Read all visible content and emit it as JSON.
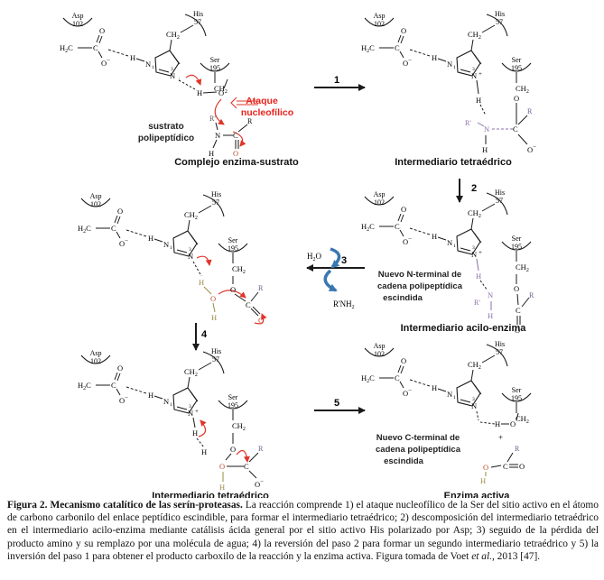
{
  "chem": {
    "asp": "Asp",
    "asp_num": "102",
    "his": "His",
    "his_num": "57",
    "ser": "Ser",
    "ser_num": "195",
    "ch2": "CH",
    "ch2_sub": "2",
    "h2c": "H",
    "h2c_sub": "2",
    "h2c_c": "C",
    "c": "C",
    "o": "O",
    "o_minus": "O",
    "minus": "−",
    "h": "H",
    "n": "N",
    "n1": "1",
    "n3": "3",
    "plus": "+",
    "r": "R",
    "r_prime": "R'",
    "h2o_h": "H",
    "h2o_sub": "2",
    "h2o_o": "O",
    "rnh2_r": "R'NH",
    "rnh2_sub": "2",
    "plus_sign": "+"
  },
  "labels": {
    "ataque": "Ataque",
    "nucleofilico": "nucleofílico",
    "sustrato": "sustrato",
    "polipeptidico": "polipeptídico",
    "complejo": "Complejo enzima-sustrato",
    "intermediario_tetra": "Intermediario tetraédrico",
    "nuevo_n_1": "Nuevo N-terminal de",
    "nuevo_n_2": "cadena polipeptídica",
    "nuevo_n_3": "escindida",
    "acilo": "Intermediario acilo-enzima",
    "nuevo_c_1": "Nuevo C-terminal de",
    "nuevo_c_2": "cadena polipeptídica",
    "nuevo_c_3": "escindida",
    "intermediario_tetra_2": "Intermediario tetraédrico",
    "enzima_activa": "Enzima activa"
  },
  "steps": [
    "1",
    "2",
    "3",
    "4",
    "5"
  ],
  "caption": {
    "bold": "Figura 2. Mecanismo catalítico de las serín-proteasas.",
    "text_1": " La reacción comprende 1) el ataque nucleofílico de la Ser del sitio activo en el átomo de carbono carbonilo del enlace peptídico escindible, para formar el intermediario tetraédrico; 2) descomposición del intermediario tetraédrico en el intermediario acilo-enzima mediante catálisis ácida general por el sitio activo His polarizado por Asp; 3) seguido de la pérdida del producto amino y su remplazo por una molécula de agua; 4) la reversión del paso 2 para formar un segundo intermediario tetraédrico y 5) la inversión del paso 1 para obtener el producto carboxilo de la reacción y la enzima activa. Figura tomada de Voet ",
    "et_al": "et al.",
    "text_2": ", 2013 [47]."
  },
  "colors": {
    "ink": "#1a1a1a",
    "red_arrow": "#e0352b",
    "red_label": "#e8231a",
    "purple": "#8a6fa8",
    "olive": "#9a8a40",
    "brown_o": "#c24a2a",
    "blue_arrow": "#3a78b0"
  }
}
